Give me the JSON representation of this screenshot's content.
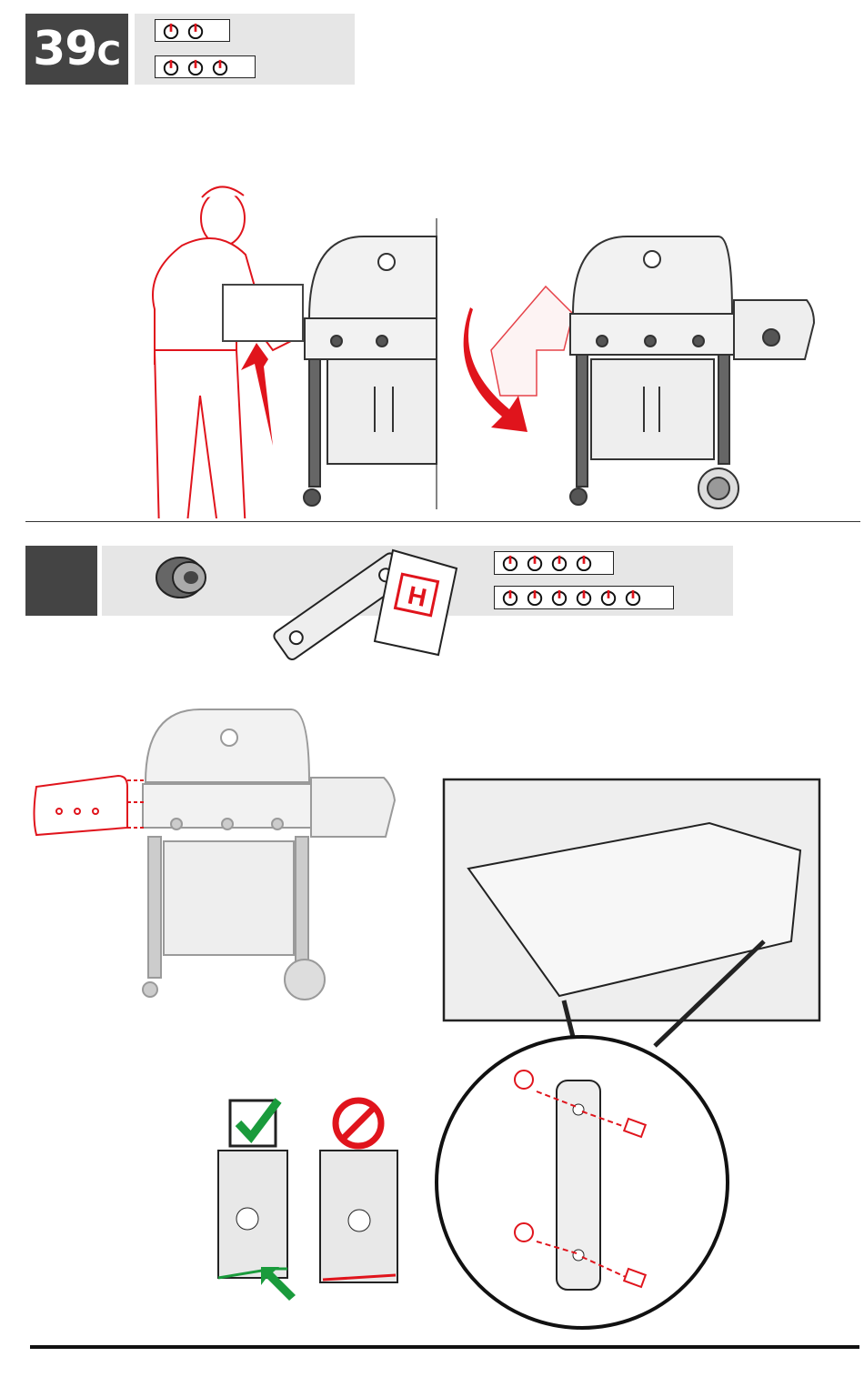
{
  "step": {
    "number": "39",
    "suffix": "C"
  },
  "tool_counts_top": [
    2,
    3
  ],
  "tool_counts_bottom": [
    4,
    6
  ],
  "bag_label": "H",
  "colors": {
    "highlight": "#e0141c",
    "ok": "#1a9b3c",
    "badge": "#444444",
    "band": "#e6e6e6"
  },
  "icons": [
    "knob-icon",
    "nut-icon",
    "bracket-icon",
    "hardware-bag-icon",
    "check-icon",
    "prohibited-icon"
  ]
}
